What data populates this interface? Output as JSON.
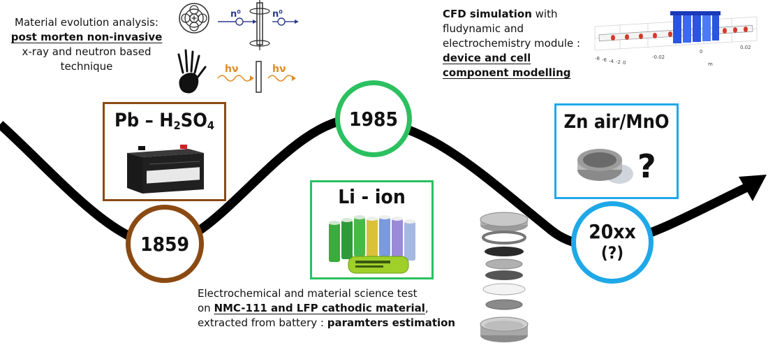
{
  "top_left": {
    "line1": "Material evolution analysis:",
    "line2": "post morten non-invasive",
    "line3": "x-ray and neutron based",
    "line4": "technique",
    "neutron_label_1": "n⁰",
    "neutron_label_2": "n⁰",
    "photon_label_1": "hν",
    "photon_label_2": "hν",
    "neutron_color": "#2a3a8a",
    "photon_color": "#e08a1e"
  },
  "top_right": {
    "line1_bold": "CFD simulation",
    "line1_rest": " with",
    "line2": "fludynamic and",
    "line3": "electrochemistry module :",
    "line4": "device and cell",
    "line5": "component modelling",
    "axis_ticks": [
      "-8",
      "-6",
      "-4",
      "-2",
      "0",
      "-0.02",
      "0",
      "0.02"
    ],
    "axis_unit": "m"
  },
  "timeline": {
    "year_1859": "1859",
    "year_1985": "1985",
    "year_future_1": "20xx",
    "year_future_2": "(?)",
    "color_1859": "#8a4a12",
    "color_1985": "#2bc060",
    "color_future": "#1ea8e8"
  },
  "boxes": {
    "lead_acid": {
      "part1": "Pb – H",
      "sub1": "2",
      "part2": "SO",
      "sub2": "4",
      "border": "#8a4a12"
    },
    "li_ion": {
      "title": "Li - ion",
      "border": "#2bc060"
    },
    "zn_air": {
      "title": "Zn air/MnO",
      "question": "?",
      "border": "#1ea8e8"
    }
  },
  "bottom": {
    "line1": "Electrochemical and material science test",
    "line2_prefix": "on ",
    "line2_bold": "NMC-111 and LFP cathodic material",
    "line2_suffix": ",",
    "line3_prefix": "extracted from battery : ",
    "line3_bold": "paramters estimation"
  }
}
